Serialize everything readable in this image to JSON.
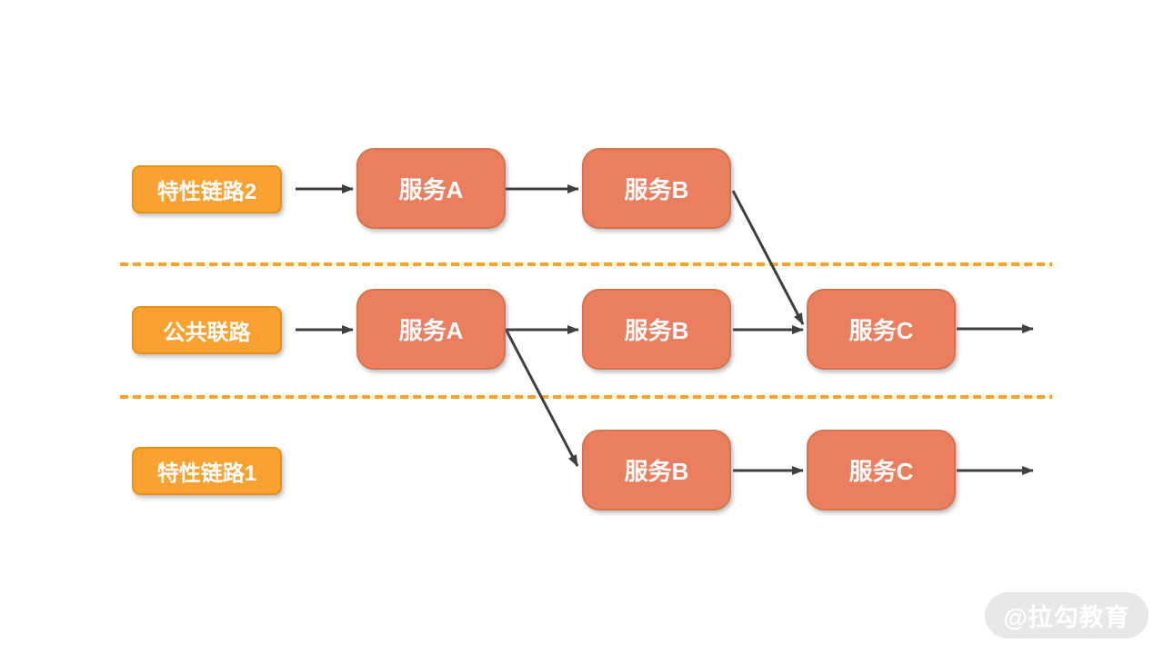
{
  "colors": {
    "label_fill": "#f9a231",
    "label_border": "#e89118",
    "service_fill": "#ec7e60",
    "service_border": "#d4754e",
    "divider": "#f9a231",
    "arrow": "#3f3f3f",
    "watermark_bg": "#e8e8e8",
    "watermark_text": "#ffffff"
  },
  "diagram": {
    "lanes": [
      {
        "label": "特性链路2",
        "nodes": [
          "服务A",
          "服务B"
        ]
      },
      {
        "label": "公共联路",
        "nodes": [
          "服务A",
          "服务B",
          "服务C"
        ]
      },
      {
        "label": "特性链路1",
        "nodes": [
          "服务B",
          "服务C"
        ]
      }
    ],
    "edges": [
      {
        "from": "特性链路2",
        "to": "特性链路2/服务A"
      },
      {
        "from": "特性链路2/服务A",
        "to": "特性链路2/服务B"
      },
      {
        "from": "特性链路2/服务B",
        "to": "公共联路/服务C"
      },
      {
        "from": "公共联路",
        "to": "公共联路/服务A"
      },
      {
        "from": "公共联路/服务A",
        "to": "公共联路/服务B"
      },
      {
        "from": "公共联路/服务A",
        "to": "特性链路1/服务B"
      },
      {
        "from": "公共联路/服务B",
        "to": "公共联路/服务C"
      },
      {
        "from": "公共联路/服务C",
        "to": "out"
      },
      {
        "from": "特性链路1/服务B",
        "to": "特性链路1/服务C"
      },
      {
        "from": "特性链路1/服务C",
        "to": "out"
      }
    ]
  },
  "watermark": {
    "text": "@拉勾教育"
  }
}
